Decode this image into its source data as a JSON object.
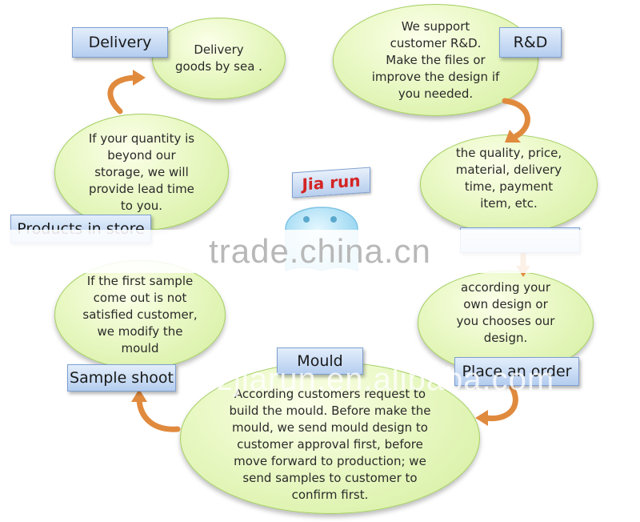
{
  "labels": {
    "delivery": "Delivery",
    "rd": "R&D",
    "products_in_store": "Products in store",
    "sample_shoot": "Sample shoot",
    "mould": "Mould",
    "place_order": "Place an order"
  },
  "bubbles": {
    "delivery": [
      "Delivery",
      "goods by sea ."
    ],
    "rd": [
      "We support",
      "customer R&D.",
      "Make the files or",
      "improve the design if",
      "you needed."
    ],
    "quality": [
      "the quality, price,",
      "material, delivery",
      "time, payment",
      "item, etc."
    ],
    "store": [
      "If your quantity is",
      "beyond our",
      "storage, we will",
      "provide lead time",
      "to you."
    ],
    "order": [
      "according your",
      "own design or",
      "you chooses our",
      "design."
    ],
    "sample": [
      "If the first sample",
      "come out is not",
      "satisfied customer,",
      "we modify the",
      "mould"
    ],
    "mould": [
      "According customers request to",
      "build the mould. Before make the",
      "mould, we send mould design to",
      "customer approval first, before",
      "move forward to production; we",
      "send samples to customer to",
      "confirm first."
    ]
  },
  "brand": "Jia run",
  "watermark": "trade.china.cn",
  "watermark2": "szjiarun.en.alibaba.com",
  "colors": {
    "bubble_fill": "#e6f7c0",
    "bubble_border": "#a4cf60",
    "label_fill": "#c9dcf5",
    "arrow": "#e08a3e",
    "brand_text": "#d42424"
  }
}
